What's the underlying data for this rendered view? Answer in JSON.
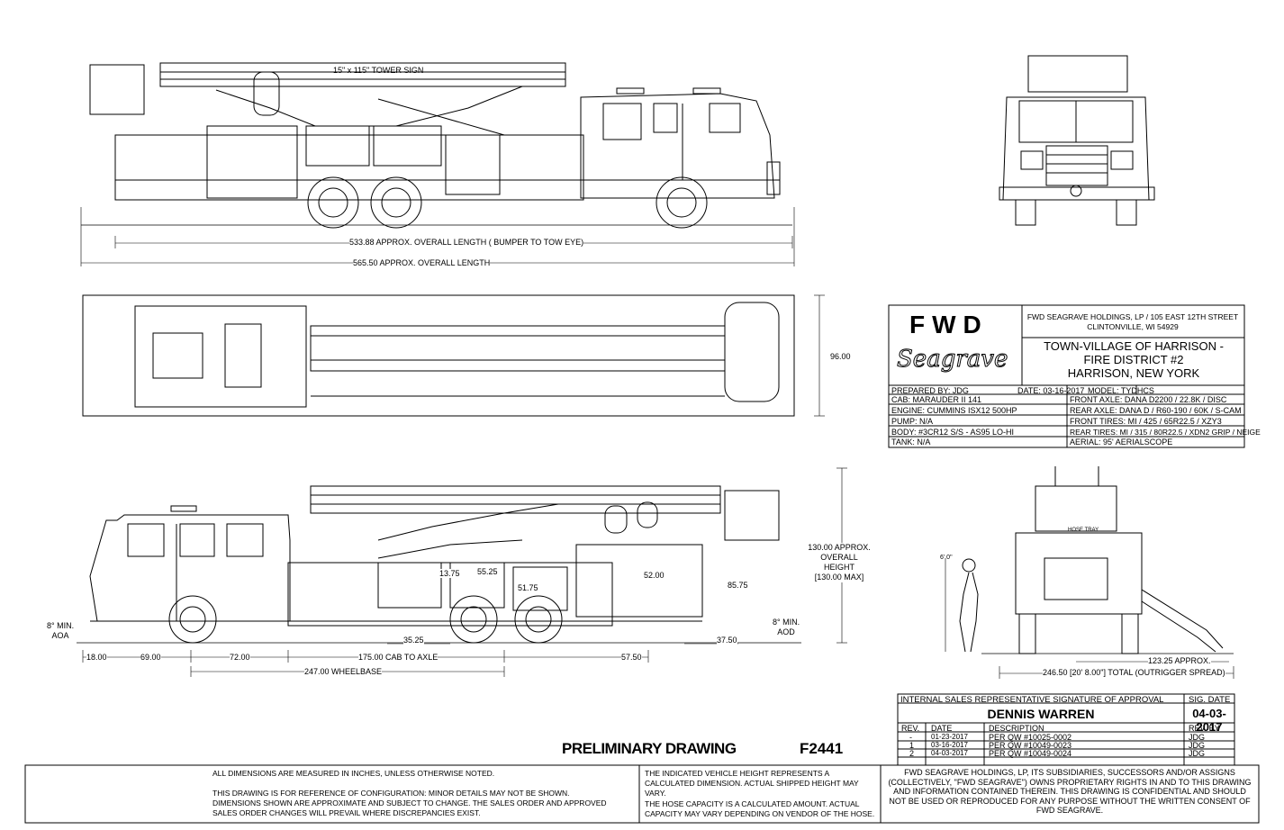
{
  "dimensions": {
    "overall_length_bumper": "533.88 APPROX. OVERALL LENGTH ( BUMPER TO TOW EYE)",
    "overall_length": "565.50 APPROX. OVERALL LENGTH",
    "tower_sign": "15\" x 115\" TOWER SIGN",
    "width": "96.00",
    "height_approx": "130.00 APPROX.",
    "height_overall": "OVERALL",
    "height_label": "HEIGHT",
    "height_max": "[130.00 MAX]",
    "angle_front_a": "8° MIN.",
    "angle_front_b": "AOA",
    "angle_rear_a": "8° MIN.",
    "angle_rear_b": "AOD",
    "d_18": "18.00",
    "d_69": "69.00",
    "d_72": "72.00",
    "d_175": "175.00 CAB TO AXLE",
    "d_247": "247.00 WHEELBASE",
    "d_57": "57.50",
    "d_37": "37.50",
    "d_35": "35.25",
    "d_13": "13.75",
    "d_55": "55.25",
    "d_52": "52.00",
    "d_85": "85.75",
    "d_51": "51.75",
    "outrigger_a": "123.25 APPROX.",
    "outrigger_total": "246.50 [20' 8.00\"] TOTAL (OUTRIGGER SPREAD)",
    "figure_height": "6' 0\"",
    "hose_tray": "HOSE TRAY"
  },
  "title_block": {
    "logo_fwd": "FWD",
    "logo_script": "Seagrave",
    "company_line1": "FWD SEAGRAVE HOLDINGS, LP / 105 EAST 12TH STREET",
    "company_line2": "CLINTONVILLE, WI 54929",
    "customer_line1": "TOWN-VILLAGE OF HARRISON -",
    "customer_line2": "FIRE DISTRICT #2",
    "customer_line3": "HARRISON, NEW YORK",
    "prepared_by": "PREPARED BY: JDG",
    "date": "DATE: 03-16-2017",
    "model": "MODEL: TYDHCS",
    "left_specs": [
      "CAB: MARAUDER II 141",
      "ENGINE: CUMMINS ISX12 500HP",
      "PUMP: N/A",
      "BODY: #3CR12 S/S - AS95 LO-HI",
      "TANK: N/A"
    ],
    "right_specs": [
      "FRONT AXLE: DANA D2200 / 22.8K / DISC",
      "REAR AXLE: DANA D / R60-190 / 60K / S-CAM",
      "FRONT TIRES: MI / 425 / 65R22.5 / XZY3",
      "REAR TIRES: MI / 315 / 80R22.5 / XDN2 GRIP / NEIGE",
      "AERIAL: 95' AERIALSCOPE"
    ]
  },
  "approval": {
    "header": "INTERNAL SALES REPRESENTATIVE SIGNATURE OF APPROVAL",
    "sig_date_label": "SIG. DATE",
    "name": "DENNIS WARREN",
    "sig_date": "04-03-2017"
  },
  "revisions": {
    "headers": [
      "REV.",
      "DATE",
      "DESCRIPTION",
      "REV. BY"
    ],
    "rows": [
      [
        "-",
        "01-23-2017",
        "PER QW #10025-0002",
        "JDG"
      ],
      [
        "1",
        "03-16-2017",
        "PER QW #10049-0023",
        "JDG"
      ],
      [
        "2",
        "04-03-2017",
        "PER QW #10049-0024",
        "JDG"
      ]
    ]
  },
  "drawing_status": "PRELIMINARY DRAWING",
  "drawing_number": "F2441",
  "notes": {
    "col1_a": "ALL DIMENSIONS ARE MEASURED IN INCHES, UNLESS OTHERWISE NOTED.",
    "col1_b": "THIS DRAWING IS FOR REFERENCE OF CONFIGURATION: MINOR DETAILS MAY NOT BE SHOWN. DIMENSIONS SHOWN ARE APPROXIMATE AND SUBJECT TO CHANGE. THE SALES ORDER AND APPROVED SALES ORDER CHANGES WILL PREVAIL WHERE DISCREPANCIES EXIST.",
    "col2_a": "THE INDICATED VEHICLE HEIGHT REPRESENTS A CALCULATED DIMENSION. ACTUAL SHIPPED HEIGHT MAY VARY.",
    "col2_b": "THE HOSE CAPACITY IS A CALCULATED AMOUNT. ACTUAL CAPACITY MAY VARY DEPENDING ON VENDOR OF THE HOSE.",
    "col3": "FWD SEAGRAVE HOLDINGS, LP, ITS SUBSIDIARIES, SUCCESSORS AND/OR ASSIGNS (COLLECTIVELY, \"FWD SEAGRAVE\") OWNS PROPRIETARY RIGHTS IN AND TO THIS DRAWING AND INFORMATION CONTAINED THEREIN. THIS DRAWING IS CONFIDENTIAL AND SHOULD NOT BE USED OR REPRODUCED FOR ANY PURPOSE WITHOUT THE WRITTEN CONSENT OF FWD SEAGRAVE."
  }
}
